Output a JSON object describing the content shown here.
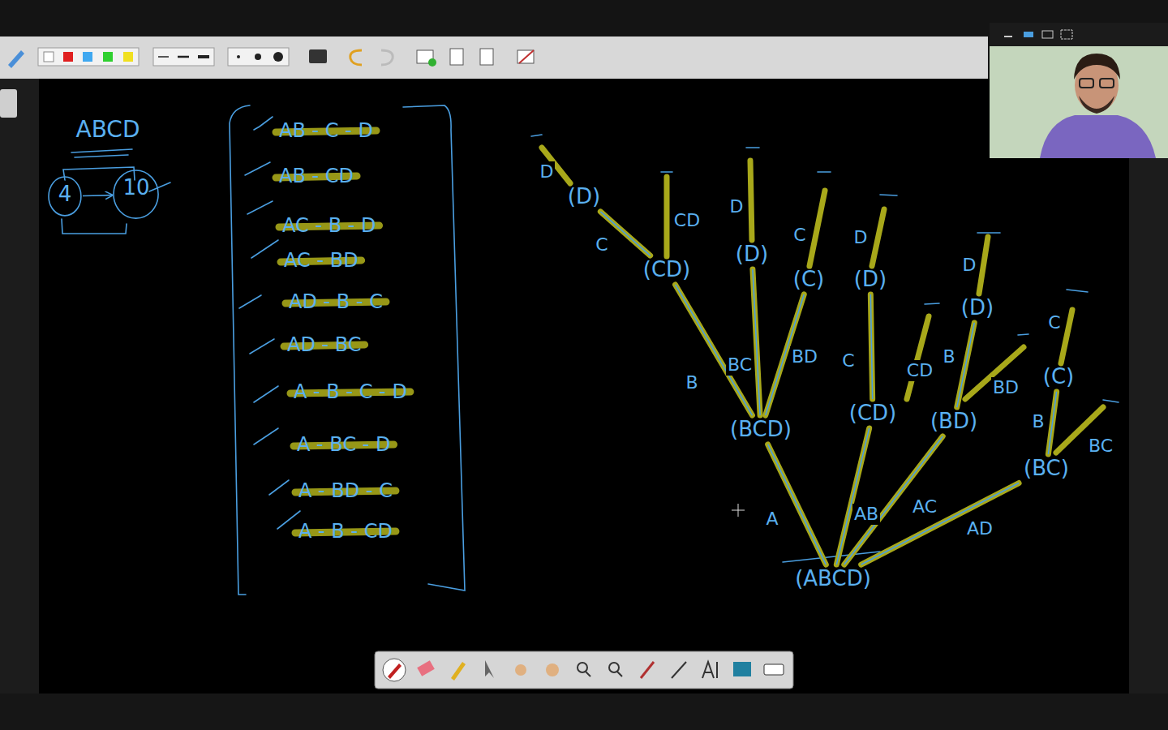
{
  "diagram": {
    "nodes": [
      {
        "text": [
          "4"
        ]
      },
      {
        "text": [
          "10"
        ]
      },
      {
        "text": [
          "(D)"
        ]
      },
      {
        "text": [
          "(CD)"
        ]
      },
      {
        "text": [
          "(D)"
        ]
      },
      {
        "text": [
          "(C)"
        ]
      },
      {
        "text": [
          "(D)"
        ]
      },
      {
        "text": [
          "(D)"
        ]
      },
      {
        "text": [
          "(C)"
        ]
      },
      {
        "text": [
          "(BCD)"
        ]
      },
      {
        "text": [
          "(CD)"
        ]
      },
      {
        "text": [
          "(BD)"
        ]
      },
      {
        "text": [
          "(BC)"
        ]
      },
      {
        "text": [
          "(ABCD)"
        ]
      }
    ],
    "edges": [
      {
        "from": 0,
        "to": 1,
        "arrow": "to"
      },
      {
        "from": 13,
        "to": 9,
        "label": "A",
        "arrow": "none"
      },
      {
        "from": 13,
        "to": 10,
        "label": "AB",
        "arrow": "none"
      },
      {
        "from": 13,
        "to": 11,
        "label": "AC",
        "arrow": "none"
      },
      {
        "from": 13,
        "to": 12,
        "label": "AD",
        "arrow": "none"
      },
      {
        "from": 9,
        "to": 3,
        "label": "B",
        "arrow": "none"
      },
      {
        "from": 9,
        "to": 4,
        "label": "BC",
        "arrow": "none"
      },
      {
        "from": 9,
        "to": 5,
        "label": "BD",
        "arrow": "none"
      },
      {
        "from": 3,
        "to": 2,
        "label": "C",
        "arrow": "none"
      },
      {
        "from": 10,
        "to": 6,
        "label": "C",
        "arrow": "none"
      },
      {
        "from": 11,
        "to": 7,
        "label": "B",
        "arrow": "none"
      },
      {
        "from": 12,
        "to": 8,
        "label": "B",
        "arrow": "none"
      }
    ],
    "labels": [
      "ABCD",
      "AB - C - D",
      "AB - CD",
      "AC - B - D",
      "AC - BD",
      "AD - B - C",
      "AD - BC",
      "A - B - C - D",
      "A - BC - D",
      "A - BD - C",
      "A - B - CD",
      "D",
      "CD",
      "D",
      "C",
      "D",
      "CD",
      "D",
      "BD",
      "C",
      "BC"
    ]
  }
}
